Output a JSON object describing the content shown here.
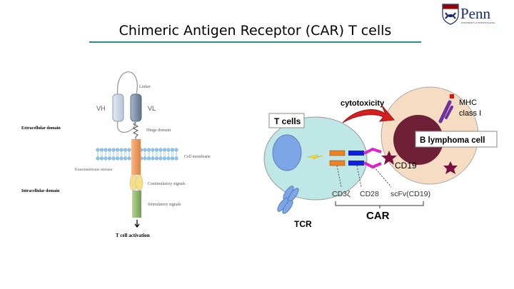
{
  "slide": {
    "title": "Chimeric Antigen Receptor (CAR) T cells",
    "logo": {
      "text": "Penn",
      "subtext": "UNIVERSITY of PENNSYLVANIA"
    }
  },
  "left_diagram": {
    "vh": "VH",
    "vl": "VL",
    "linker": "Linker",
    "hinge": "Hinge domain",
    "membrane": "Cell membrane",
    "transmembrane": "Transmembrane domain",
    "costim": "Costimulatory signals",
    "stim": "Stimulatory signals",
    "extracellular": "Extracellular domain",
    "intracellular": "Intracellular domain",
    "activation": "T cell activation"
  },
  "right_diagram": {
    "t_cells": "T cells",
    "cytotoxicity": "cytotoxicity",
    "mhc_line1": "MHC",
    "mhc_line2": "class I",
    "b_cell": "B lymphoma cell",
    "cd19": "CD19",
    "cd3z": "CD3ζ",
    "cd28": "CD28",
    "scfv": "scFv(CD19)",
    "tcr": "TCR",
    "car": "CAR"
  }
}
